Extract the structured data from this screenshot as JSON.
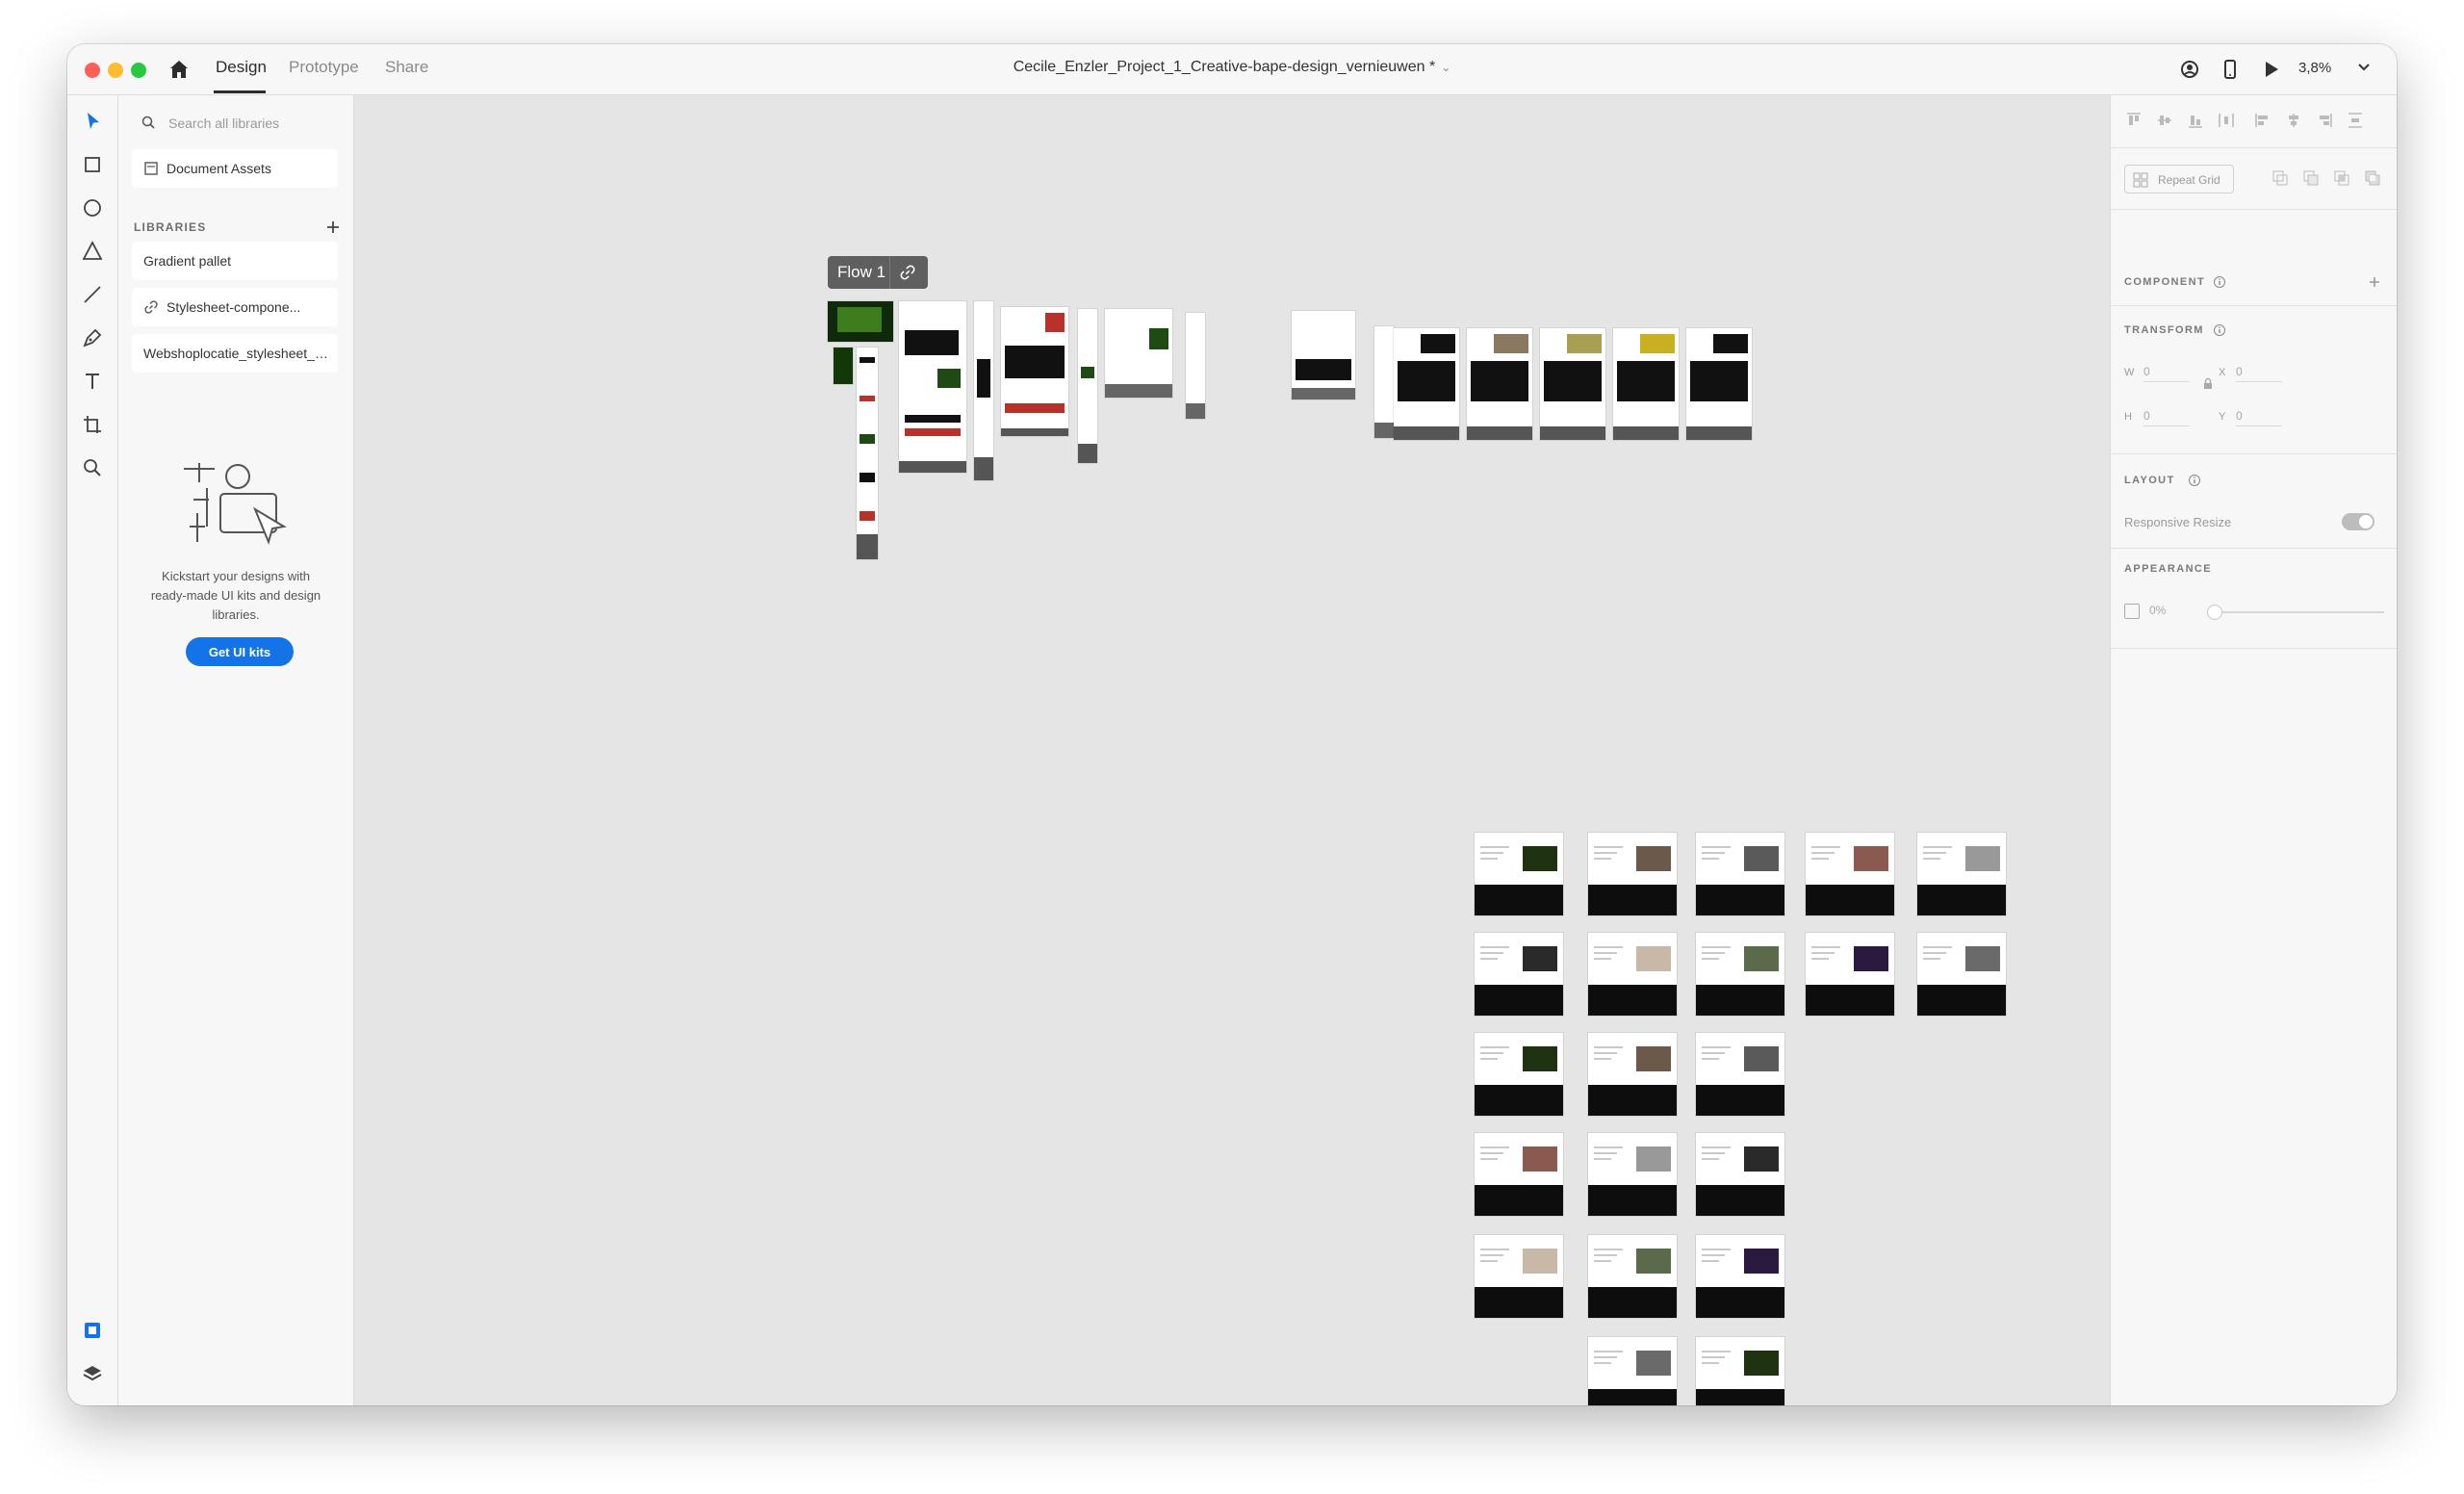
{
  "titlebar": {
    "tabs": [
      {
        "label": "Design",
        "active": true
      },
      {
        "label": "Prototype",
        "active": false
      },
      {
        "label": "Share",
        "active": false
      }
    ],
    "document_title": "Cecile_Enzler_Project_1_Creative-bape-design_vernieuwen *",
    "zoom": "3,8%",
    "icons": [
      "home-icon",
      "user-circle-icon",
      "phone-preview-icon",
      "play-icon",
      "chevron-down-icon"
    ]
  },
  "tools": [
    "select-icon",
    "rectangle-icon",
    "ellipse-icon",
    "polygon-icon",
    "line-icon",
    "pen-icon",
    "text-icon",
    "artboard-icon",
    "zoom-icon",
    "assets-icon",
    "layers-icon",
    "plugins-icon"
  ],
  "libraries": {
    "search_placeholder": "Search all libraries",
    "document_assets": "Document Assets",
    "section_label": "LIBRARIES",
    "items": [
      {
        "label": "Gradient pallet",
        "linked": false
      },
      {
        "label": "Stylesheet-compone...",
        "linked": true
      },
      {
        "label": "Webshoplocatie_stylesheet_li...",
        "linked": false
      }
    ],
    "kickstart_text": "Kickstart your designs with ready-made UI kits and design libraries.",
    "get_kits_label": "Get UI kits"
  },
  "canvas": {
    "flow_label": "Flow 1",
    "artboard_marker": "•••"
  },
  "properties": {
    "repeat_grid_label": "Repeat Grid",
    "component_label": "COMPONENT",
    "transform_label": "TRANSFORM",
    "w_label": "W",
    "w_value": "0",
    "x_label": "X",
    "x_value": "0",
    "h_label": "H",
    "h_value": "0",
    "y_label": "Y",
    "y_value": "0",
    "layout_label": "LAYOUT",
    "responsive_resize_label": "Responsive Resize",
    "responsive_resize_on": true,
    "appearance_label": "APPEARANCE",
    "opacity_value": "0%"
  },
  "colors": {
    "accent_blue": "#1473e6",
    "traffic_red": "#ff5f57",
    "traffic_yellow": "#febc2e",
    "traffic_green": "#28c840",
    "canvas_bg": "#e5e5e5",
    "flow_label_bg": "#5f5f5f"
  }
}
